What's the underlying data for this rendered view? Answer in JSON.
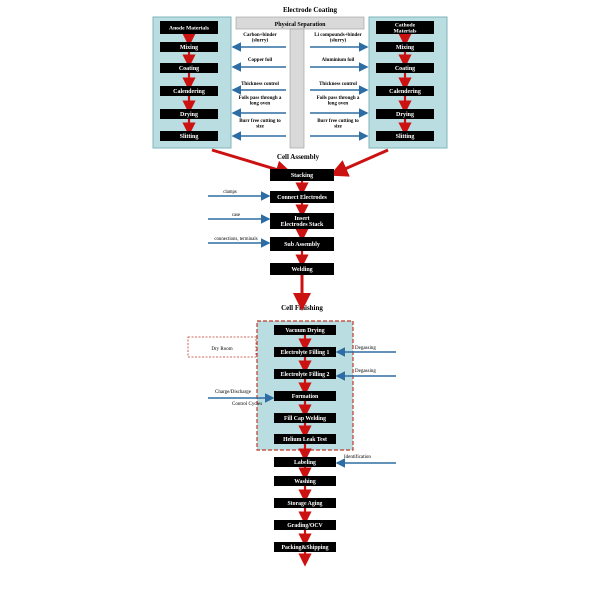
{
  "diagram": {
    "sections": {
      "coating": "Electrode Coating",
      "assembly": "Cell Assembly",
      "finishing": "Cell Finishing"
    },
    "physical_separation": "Physical Separation",
    "anode": {
      "title": "Anode Materials",
      "steps": [
        "Mixing",
        "Coating",
        "Calendering",
        "Drying",
        "Slitting"
      ]
    },
    "cathode": {
      "title": "Cathode Materials",
      "steps": [
        "Mixing",
        "Coating",
        "Calendering",
        "Drying",
        "Slitting"
      ]
    },
    "anode_inputs": [
      "Carbon+binder (slurry)",
      "Copper foil",
      "Thickness control",
      "Foils pass through a long oven",
      "Burr free cutting to size"
    ],
    "cathode_inputs": [
      "Li compounds+binder (slurry)",
      "Aluminium foil",
      "Thickness control",
      "Foils pass through a long oven",
      "Burr free cutting to size"
    ],
    "assembly_steps": [
      "Stacking",
      "Connect Electrodes",
      "Insert Electrodes Stack",
      "Sub Assembly",
      "Welding"
    ],
    "assembly_inputs": [
      "clamps",
      "case",
      "connections, terminals"
    ],
    "finishing_steps": [
      "Vacuum Drying",
      "Electrolyte Filling 1",
      "Electrolyte Filling 2",
      "Formation",
      "Fill Cap Welding",
      "Helium Leak Test",
      "Labeling",
      "Washing",
      "Storage Aging",
      "Grading/OCV",
      "Packing&Shipping"
    ],
    "finishing_labels": {
      "dry_room": "Dry Room",
      "degassing_1": "Degassing",
      "degassing_2": "Degassing",
      "charge_discharge": "Charge/Discharge",
      "control_cycles": "Control Cycles",
      "identification": "Identification"
    },
    "colors": {
      "step_box": "#000000",
      "step_text": "#ffffff",
      "arrow_red": "#cc1111",
      "input_arrow_blue": "#2e6da4",
      "panel_fill": "#b9dde0",
      "panel_border": "#7fb6bb",
      "separation_fill": "#d9d9d9",
      "dry_room_border": "#c0392b"
    }
  }
}
